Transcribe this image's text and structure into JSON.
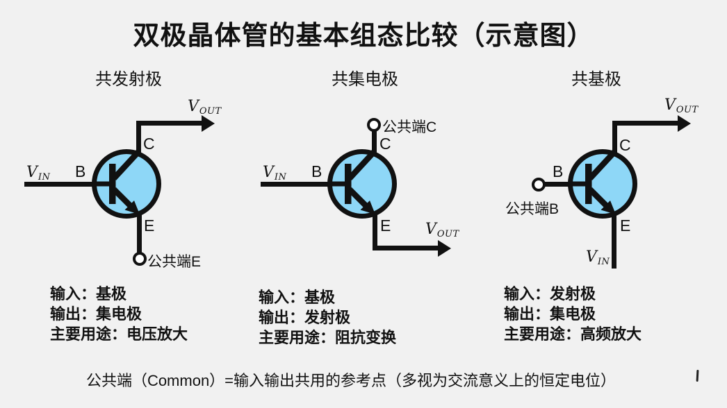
{
  "title": "双极晶体管的基本组态比较（示意图）",
  "colors": {
    "background": "#f1f1f1",
    "transistor_fill": "#8ed7f7",
    "line": "#111111"
  },
  "circuits": [
    {
      "name": "共发射极",
      "vin": {
        "v": "V",
        "sub": "IN"
      },
      "vout": {
        "v": "V",
        "sub": "OUT"
      },
      "terminals": {
        "base": "B",
        "collector": "C",
        "emitter": "E"
      },
      "common": "公共端E",
      "info": [
        "输入：基极",
        "输出：集电极",
        "主要用途：电压放大"
      ]
    },
    {
      "name": "共集电极",
      "vin": {
        "v": "V",
        "sub": "IN"
      },
      "vout": {
        "v": "V",
        "sub": "OUT"
      },
      "terminals": {
        "base": "B",
        "collector": "C",
        "emitter": "E"
      },
      "common": "公共端C",
      "info": [
        "输入：基极",
        "输出：发射极",
        "主要用途：阻抗变换"
      ]
    },
    {
      "name": "共基极",
      "vin": {
        "v": "V",
        "sub": "IN"
      },
      "vout": {
        "v": "V",
        "sub": "OUT"
      },
      "terminals": {
        "base": "B",
        "collector": "C",
        "emitter": "E"
      },
      "common": "公共端B",
      "info": [
        "输入：发射极",
        "输出：集电极",
        "主要用途：高频放大"
      ]
    }
  ],
  "footer": "公共端（Common）=输入输出共用的参考点（多视为交流意义上的恒定电位）"
}
